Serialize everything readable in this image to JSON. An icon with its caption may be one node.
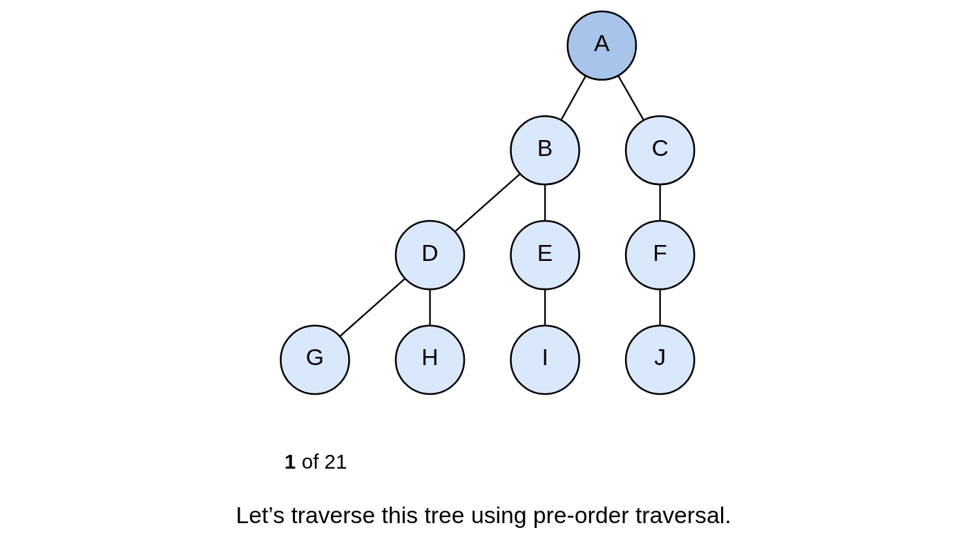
{
  "diagram": {
    "caption": "Let’s traverse this tree using pre-order traversal.",
    "nodes": [
      {
        "text": [
          "A"
        ]
      },
      {
        "text": [
          "B"
        ]
      },
      {
        "text": [
          "C"
        ]
      },
      {
        "text": [
          "D"
        ]
      },
      {
        "text": [
          "E"
        ]
      },
      {
        "text": [
          "F"
        ]
      },
      {
        "text": [
          "G"
        ]
      },
      {
        "text": [
          "H"
        ]
      },
      {
        "text": [
          "I"
        ]
      },
      {
        "text": [
          "J"
        ]
      }
    ],
    "edges": [
      {
        "from": 0,
        "to": 1,
        "arrow": "none"
      },
      {
        "from": 0,
        "to": 2,
        "arrow": "none"
      },
      {
        "from": 1,
        "to": 3,
        "arrow": "none"
      },
      {
        "from": 1,
        "to": 4,
        "arrow": "none"
      },
      {
        "from": 2,
        "to": 5,
        "arrow": "none"
      },
      {
        "from": 3,
        "to": 6,
        "arrow": "none"
      },
      {
        "from": 3,
        "to": 7,
        "arrow": "none"
      },
      {
        "from": 4,
        "to": 8,
        "arrow": "none"
      },
      {
        "from": 5,
        "to": 9,
        "arrow": "none"
      }
    ],
    "labels": [
      "**1** of 21"
    ]
  }
}
